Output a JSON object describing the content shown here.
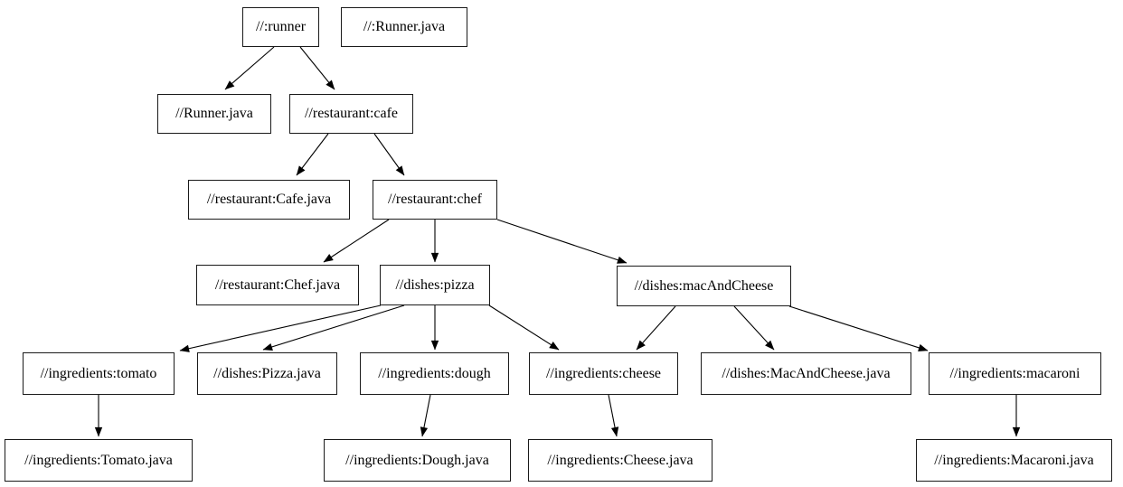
{
  "diagram": {
    "kind": "dependency-graph",
    "colors": {
      "background": "#ffffff",
      "node_border": "#000000",
      "node_fill": "#ffffff",
      "edge": "#000000",
      "text": "#000000"
    },
    "nodes": [
      {
        "id": "runner",
        "label": "//:runner"
      },
      {
        "id": "runner-java-top",
        "label": "//:Runner.java"
      },
      {
        "id": "runner-java",
        "label": "//Runner.java"
      },
      {
        "id": "cafe",
        "label": "//restaurant:cafe"
      },
      {
        "id": "cafe-java",
        "label": "//restaurant:Cafe.java"
      },
      {
        "id": "chef",
        "label": "//restaurant:chef"
      },
      {
        "id": "chef-java",
        "label": "//restaurant:Chef.java"
      },
      {
        "id": "pizza",
        "label": "//dishes:pizza"
      },
      {
        "id": "mac-and-cheese",
        "label": "//dishes:macAndCheese"
      },
      {
        "id": "tomato",
        "label": "//ingredients:tomato"
      },
      {
        "id": "pizza-java",
        "label": "//dishes:Pizza.java"
      },
      {
        "id": "dough",
        "label": "//ingredients:dough"
      },
      {
        "id": "cheese",
        "label": "//ingredients:cheese"
      },
      {
        "id": "mac-and-cheese-java",
        "label": "//dishes:MacAndCheese.java"
      },
      {
        "id": "macaroni",
        "label": "//ingredients:macaroni"
      },
      {
        "id": "tomato-java",
        "label": "//ingredients:Tomato.java"
      },
      {
        "id": "dough-java",
        "label": "//ingredients:Dough.java"
      },
      {
        "id": "cheese-java",
        "label": "//ingredients:Cheese.java"
      },
      {
        "id": "macaroni-java",
        "label": "//ingredients:Macaroni.java"
      }
    ],
    "edges": [
      {
        "from": "runner",
        "to": "runner-java"
      },
      {
        "from": "runner",
        "to": "cafe"
      },
      {
        "from": "cafe",
        "to": "cafe-java"
      },
      {
        "from": "cafe",
        "to": "chef"
      },
      {
        "from": "chef",
        "to": "chef-java"
      },
      {
        "from": "chef",
        "to": "pizza"
      },
      {
        "from": "chef",
        "to": "mac-and-cheese"
      },
      {
        "from": "pizza",
        "to": "tomato"
      },
      {
        "from": "pizza",
        "to": "pizza-java"
      },
      {
        "from": "pizza",
        "to": "dough"
      },
      {
        "from": "pizza",
        "to": "cheese"
      },
      {
        "from": "mac-and-cheese",
        "to": "cheese"
      },
      {
        "from": "mac-and-cheese",
        "to": "mac-and-cheese-java"
      },
      {
        "from": "mac-and-cheese",
        "to": "macaroni"
      },
      {
        "from": "tomato",
        "to": "tomato-java"
      },
      {
        "from": "dough",
        "to": "dough-java"
      },
      {
        "from": "cheese",
        "to": "cheese-java"
      },
      {
        "from": "macaroni",
        "to": "macaroni-java"
      }
    ]
  }
}
